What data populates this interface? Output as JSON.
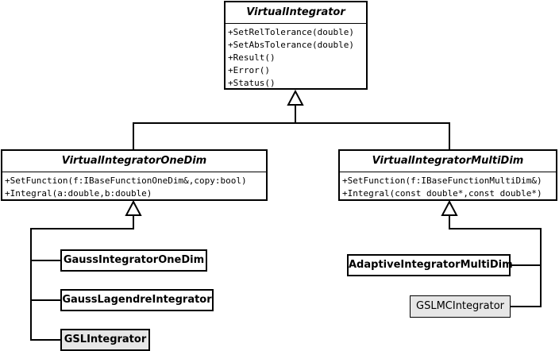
{
  "virtual_integrator": {
    "name": "VirtualIntegrator",
    "operations": [
      "+SetRelTolerance(double)",
      "+SetAbsTolerance(double)",
      "+Result()",
      "+Error()",
      "+Status()"
    ]
  },
  "one_dim": {
    "name": "VirtualIntegratorOneDim",
    "operations": [
      "+SetFunction(f:IBaseFunctionOneDim&,copy:bool)",
      "+Integral(a:double,b:double)"
    ]
  },
  "multi_dim": {
    "name": "VirtualIntegratorMultiDim",
    "operations": [
      "+SetFunction(f:IBaseFunctionMultiDim&)",
      "+Integral(const double*,const double*)"
    ]
  },
  "one_dim_children": [
    "GaussIntegratorOneDim",
    "GaussLagendreIntegrator",
    "GSLIntegrator"
  ],
  "multi_dim_children": [
    "AdaptiveIntegratorMultiDim",
    "GSLMCIntegrator"
  ]
}
